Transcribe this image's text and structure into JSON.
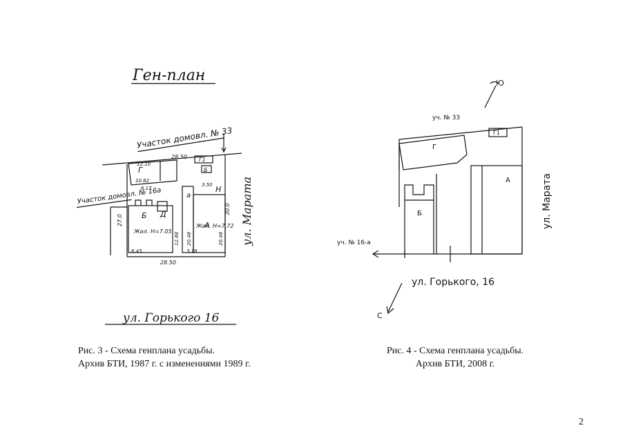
{
  "plan_1987": {
    "title": "Ген-план",
    "neighbor_north": "Участок домовл. № 33",
    "neighbor_west": "Участок домовл. № 16а",
    "street_east": "ул. Марата",
    "street_south": "ул. Горького 16",
    "building_labels": [
      "Г",
      "Г1",
      "Б",
      "Д",
      "Б",
      "А",
      "а",
      "Н"
    ],
    "dimension_labels": [
      "28.50",
      "12.10",
      "10.82",
      "6.17",
      "3.50",
      "30.0",
      "27.0",
      "6.45",
      "3.18",
      "28.50",
      "12.88",
      "20.48",
      "20.48"
    ],
    "area_labels": [
      "Жил. Н=7.05",
      "Жил. Н=7.72"
    ]
  },
  "plan_2008": {
    "neighbor_north": "уч. № 33",
    "neighbor_west": "уч. № 16-а",
    "street_east": "ул. Марата",
    "street_south": "ул. Горького, 16",
    "building_labels": [
      "Г",
      "Г1",
      "А",
      "Б"
    ],
    "compass_north": "Ю",
    "compass_south": "С"
  },
  "captions": {
    "left_line1": "Рис. 3 - Схема генплана усадьбы.",
    "left_line2": "Архив БТИ, 1987 г. с изменениями 1989 г.",
    "right_line1": "Рис. 4 - Схема генплана усадьбы.",
    "right_line2": "Архив БТИ, 2008 г."
  },
  "page_number": "2"
}
